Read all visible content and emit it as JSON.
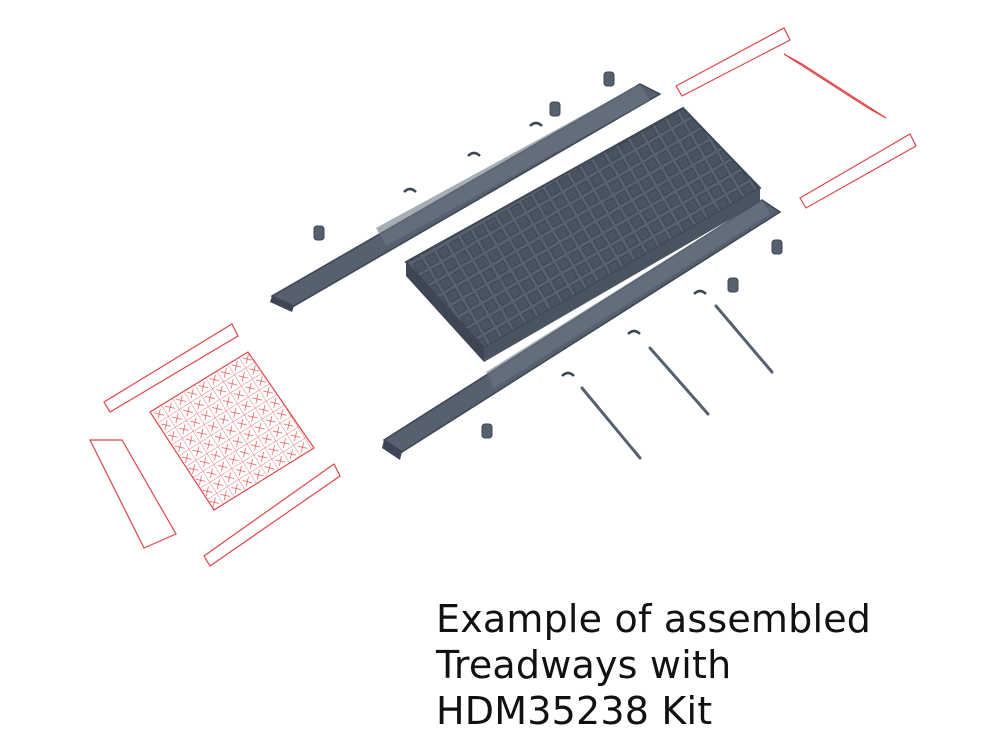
{
  "caption": {
    "line1": "Example of assembled",
    "line2": "Treadways with",
    "line3": "HDM35238 Kit"
  },
  "colors": {
    "background": "#ffffff",
    "resin_part": "#56606e",
    "resin_shadow": "#3e4653",
    "resin_highlight": "#6c7684",
    "photo_etch_outline": "#e0464a",
    "caption_text": "#111111"
  },
  "parts": {
    "resin_grating": "central-grating-panel",
    "resin_rails": [
      "upper-side-rail",
      "lower-side-rail"
    ],
    "photo_etch_grids": [
      "left-etch-grid"
    ],
    "photo_etch_trims": [
      "upper-right-trim-a",
      "upper-right-trim-b",
      "upper-right-ladder",
      "lower-left-trim-a",
      "lower-left-trim-b",
      "lower-left-ladder"
    ],
    "rods": [
      "rod-1",
      "rod-2",
      "rod-3"
    ]
  }
}
